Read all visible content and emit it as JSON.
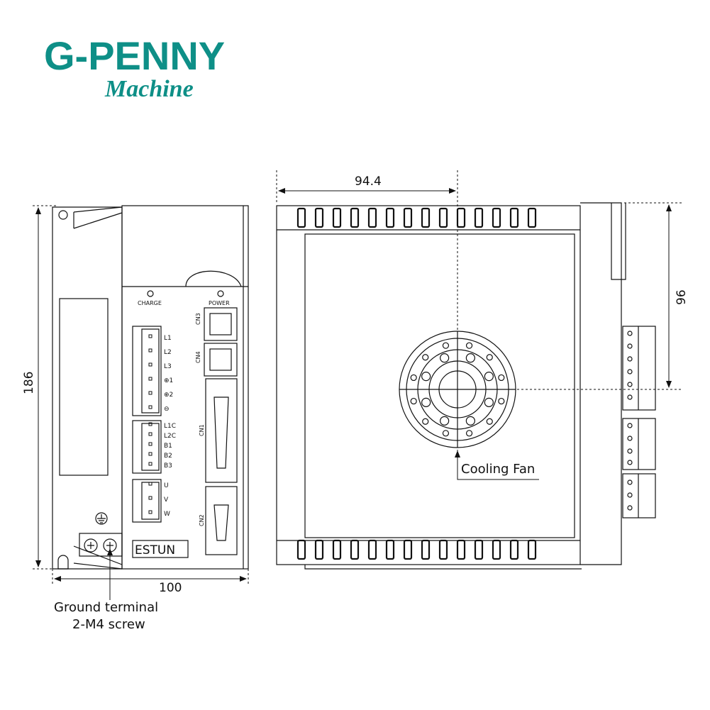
{
  "logo": {
    "title": "G-PENNY",
    "subtitle": "Machine",
    "color": "#0e8f87"
  },
  "front_view": {
    "height_dim": "186",
    "width_dim": "100",
    "charge_label": "CHARGE",
    "power_label": "POWER",
    "brand": "ESTUN",
    "connectors": [
      "CN3",
      "CN4",
      "CN1",
      "CN2"
    ],
    "terminal_labels_1": [
      "L1",
      "L2",
      "L3",
      "⊕1",
      "⊕2",
      "⊖"
    ],
    "terminal_labels_2": [
      "L1C",
      "L2C",
      "B1",
      "B2",
      "B3"
    ],
    "terminal_labels_3": [
      "U",
      "V",
      "W"
    ],
    "ground_note_line1": "Ground terminal",
    "ground_note_line2": "2-M4 screw"
  },
  "side_view": {
    "width_dim": "94.4",
    "height_dim": "96",
    "fan_label": "Cooling Fan"
  }
}
